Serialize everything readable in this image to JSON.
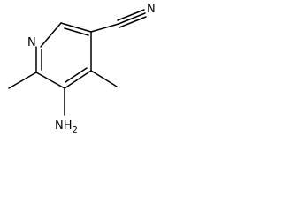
{
  "molecule": {
    "atoms": {
      "ring_nitrogen": "N",
      "cyano_nitrogen": "N",
      "amino_group": "NH",
      "amino_subscript": "2"
    },
    "colors": {
      "bonds": "#000000",
      "labels": "#000000",
      "background": "#ffffff"
    }
  }
}
